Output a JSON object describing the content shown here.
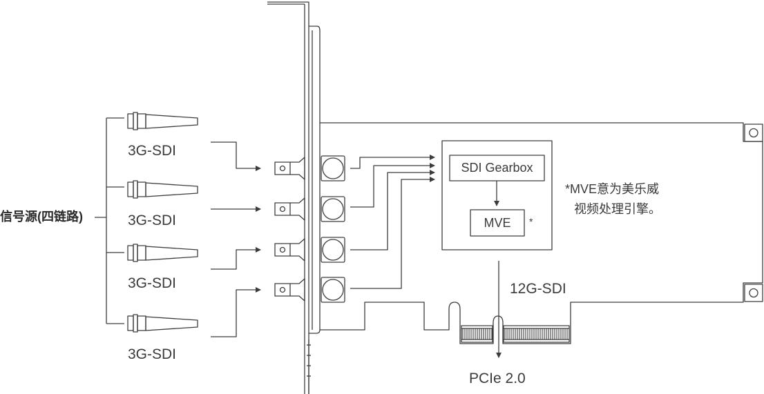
{
  "diagram": {
    "source_label": "信号源(四链路)",
    "inputs": [
      {
        "label": "3G-SDI"
      },
      {
        "label": "3G-SDI"
      },
      {
        "label": "3G-SDI"
      },
      {
        "label": "3G-SDI"
      }
    ],
    "gearbox_label": "SDI Gearbox",
    "mve_label": "MVE",
    "mve_marker": "*",
    "footnote_line1": "*MVE意为美乐威",
    "footnote_line2": "视频处理引擎。",
    "output_label": "12G-SDI",
    "bus_label": "PCIe 2.0"
  },
  "colors": {
    "line": "#3c3c3c",
    "text": "#3a3a3a",
    "background": "#ffffff"
  }
}
